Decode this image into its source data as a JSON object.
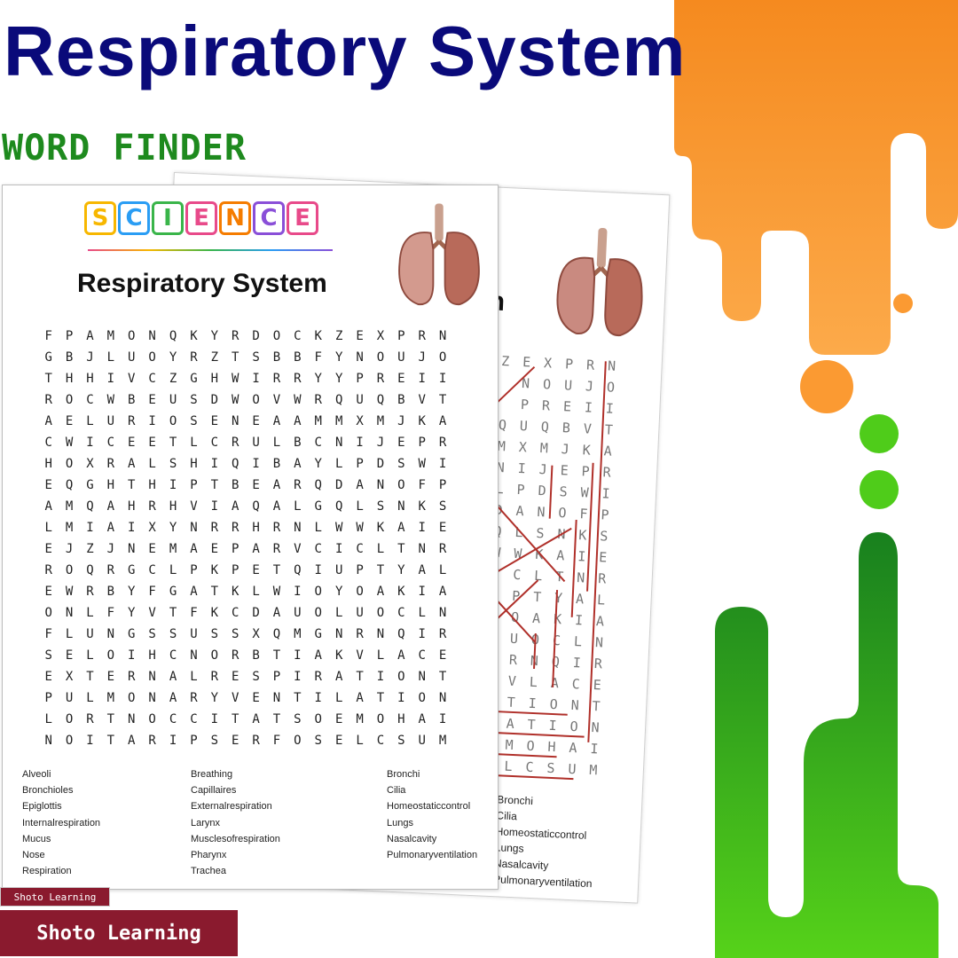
{
  "header": {
    "title": "Respiratory System",
    "subtitle": "WORD FINDER"
  },
  "colors": {
    "title": "#0a0a7a",
    "subtitle": "#1e8a1e",
    "drip_orange": "#fb9a32",
    "drip_green": "#3cbf1e",
    "watermark_bg": "#8a1a2e"
  },
  "worksheet": {
    "badge_letters": [
      "S",
      "C",
      "I",
      "E",
      "N",
      "C",
      "E"
    ],
    "badge_colors": [
      "#f7b700",
      "#2a9df4",
      "#3ab54a",
      "#e84a8a",
      "#f57c00",
      "#8a4fd8",
      "#e84a8a"
    ],
    "title": "Respiratory System",
    "grid": [
      "FPAMONQKYRDOCKZEXPRN",
      "GBJLUOYRZTSBBFYNOUJO",
      "THHIVCZGHWIRRYYPREII",
      "ROCWBEUSDWOVWRQUQBVT",
      "AELURIOSENEAAMMXMJKA",
      "CWICEETLCRULBCNIJEPR",
      "HOXRALSHIQIBAYLPDSWI",
      "EQGHTHIPTBEARQDANOFP",
      "AMQAHRHVIAQALGQLSNKS",
      "LMIAIXYNRRHRNLWWKAIE",
      "EJZJNEMAEPARVCICLTNR",
      "ROQRGCLPKPETQIUPTYAL",
      "EWRBYFGATKLWIOYOAKIA",
      "ONLFYVTFKCDAUOLUOCLN",
      "FLUNGSSUSSXQMGNRNQIR",
      "SELOIHCNORBTIAKVLACE",
      "EXTERNALRESPIRATIONT",
      "PULMONARYVENTILATION",
      "LORTNOCCITATSOEMOHAI",
      "NOITARIPSERFOSELCSUM"
    ],
    "word_columns": [
      [
        "Alveoli",
        "Bronchioles",
        "Epiglottis",
        "Internalrespiration",
        "Mucus",
        "Nose",
        "Respiration"
      ],
      [
        "Breathing",
        "Capillaires",
        "Externalrespiration",
        "Larynx",
        "Musclesofrespiration",
        "Pharynx",
        "Trachea"
      ],
      [
        "Bronchi",
        "Cilia",
        "Homeostaticcontrol",
        "Lungs",
        "Nasalcavity",
        "Pulmonaryventilation"
      ]
    ]
  },
  "answer_sheet": {
    "title_fragment": "n",
    "letter_rows": [
      "ZEXPRN",
      "NOUJO",
      "PREII",
      "QUQBVT",
      "MXMJKA",
      "NIJEPR",
      "LPDSWI",
      "DANOFP",
      "QLSNKS",
      "WWKAIE",
      "ICLTNR",
      "UPTYAL",
      "YOAKIA",
      "LUOCLN",
      "NRNQIR",
      "KVLACE",
      "TIONT",
      "ATION",
      "MOHAI",
      "LCSUM"
    ],
    "words": [
      "Bronchi",
      "Cilia",
      "Homeostaticcontrol",
      "Lungs",
      "Nasalcavity",
      "Pulmonaryventilation"
    ]
  },
  "watermark": {
    "small": "Shoto Learning",
    "large": "Shoto Learning"
  }
}
